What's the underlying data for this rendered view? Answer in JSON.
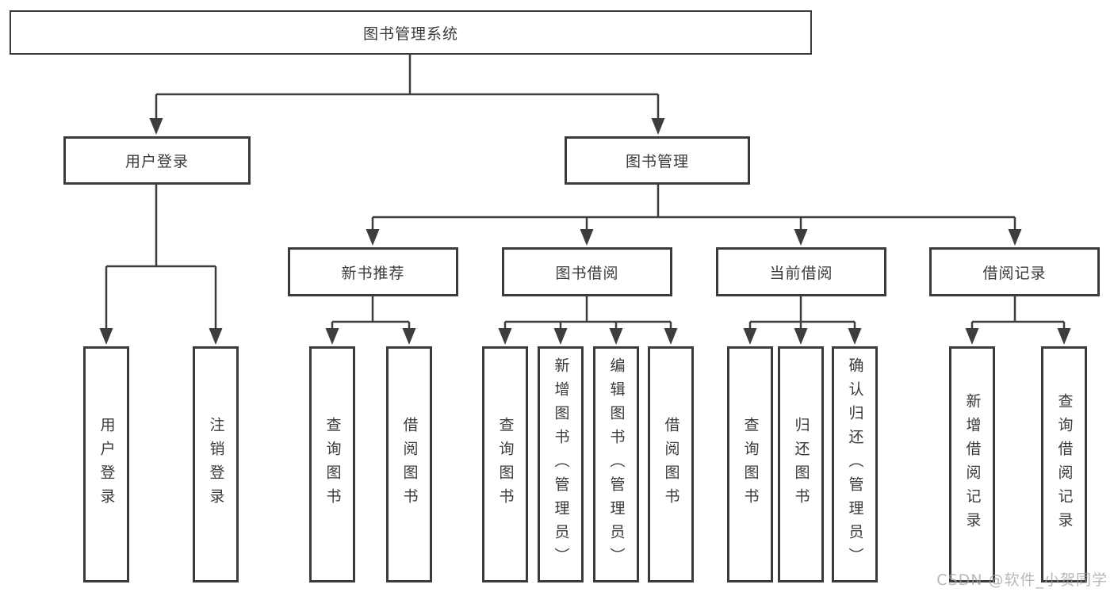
{
  "tree": {
    "root": "图书管理系统",
    "level2": [
      {
        "label": "用户登录",
        "children": [
          "用户登录",
          "注销登录"
        ]
      },
      {
        "label": "图书管理",
        "children": [
          {
            "label": "新书推荐",
            "children": [
              "查询图书",
              "借阅图书"
            ]
          },
          {
            "label": "图书借阅",
            "children": [
              "查询图书",
              "新增图书（管理员）",
              "编辑图书（管理员）",
              "借阅图书"
            ]
          },
          {
            "label": "当前借阅",
            "children": [
              "查询图书",
              "归还图书",
              "确认归还（管理员）"
            ]
          },
          {
            "label": "借阅记录",
            "children": [
              "新增借阅记录",
              "查询借阅记录"
            ]
          }
        ]
      }
    ]
  },
  "watermark": "CSDN @软件_小贺同学",
  "colors": {
    "background": "#ffffff",
    "box_border": "#3b3b3b",
    "line": "#3d3d3d",
    "text": "#3a3a3a",
    "watermark": "#a0a0a0"
  }
}
